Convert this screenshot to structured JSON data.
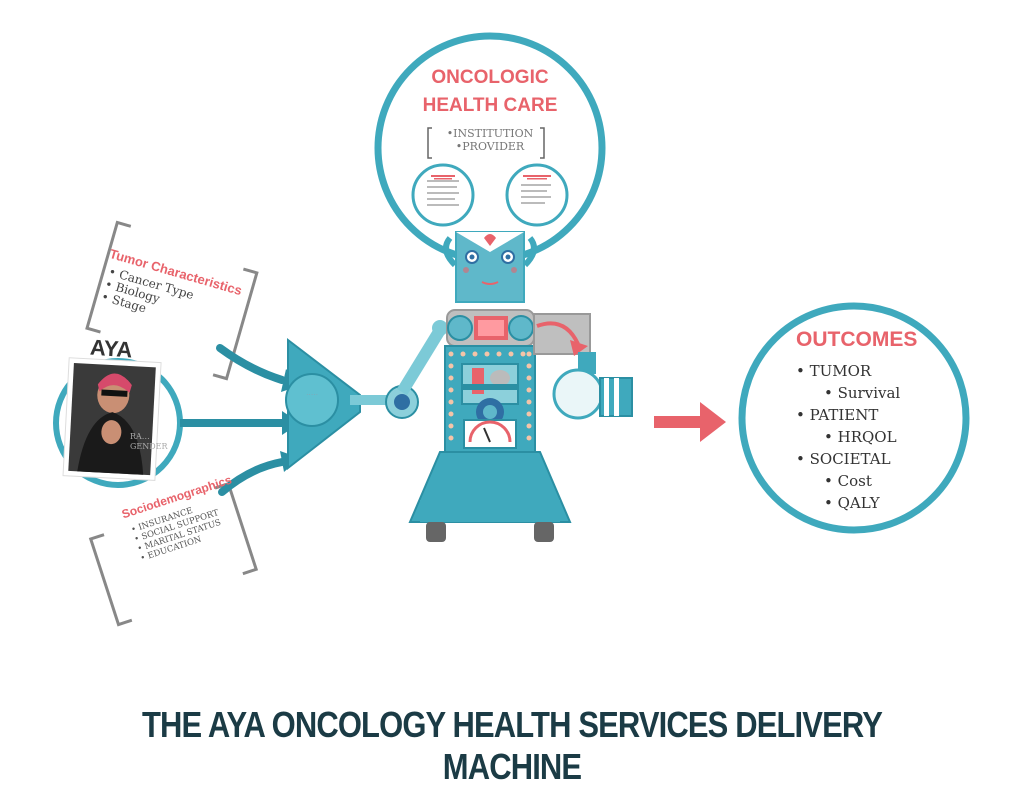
{
  "caption": "THE AYA ONCOLOGY HEALTH SERVICES DELIVERY MACHINE",
  "oncologic_health_care": {
    "title_line1": "ONCOLOGIC",
    "title_line2": "HEALTH CARE",
    "items": [
      "•INSTITUTION",
      "•PROVIDER"
    ]
  },
  "tumor_characteristics": {
    "title": "Tumor Characteristics",
    "items": [
      "Cancer Type",
      "Biology",
      "Stage"
    ]
  },
  "aya": {
    "label": "AYA",
    "items": [
      "RA…",
      "GENDER"
    ]
  },
  "sociodemographics": {
    "title": "Sociodemographics",
    "items": [
      "INSURANCE",
      "SOCIAL SUPPORT",
      "MARITAL STATUS",
      "EDUCATION"
    ]
  },
  "outcomes": {
    "title": "OUTCOMES",
    "items": [
      {
        "label": "TUMOR",
        "level": 1
      },
      {
        "label": "Survival",
        "level": 2
      },
      {
        "label": "PATIENT",
        "level": 1
      },
      {
        "label": "HRQOL",
        "level": 2
      },
      {
        "label": "SOCIETAL",
        "level": 1
      },
      {
        "label": "Cost",
        "level": 2
      },
      {
        "label": "QALY",
        "level": 2
      }
    ]
  },
  "colors": {
    "teal": "#3fa9bd",
    "teal_dark": "#2b8fa3",
    "coral": "#e8636b",
    "grey": "#bfbfbf",
    "caption": "#1b3b45"
  }
}
